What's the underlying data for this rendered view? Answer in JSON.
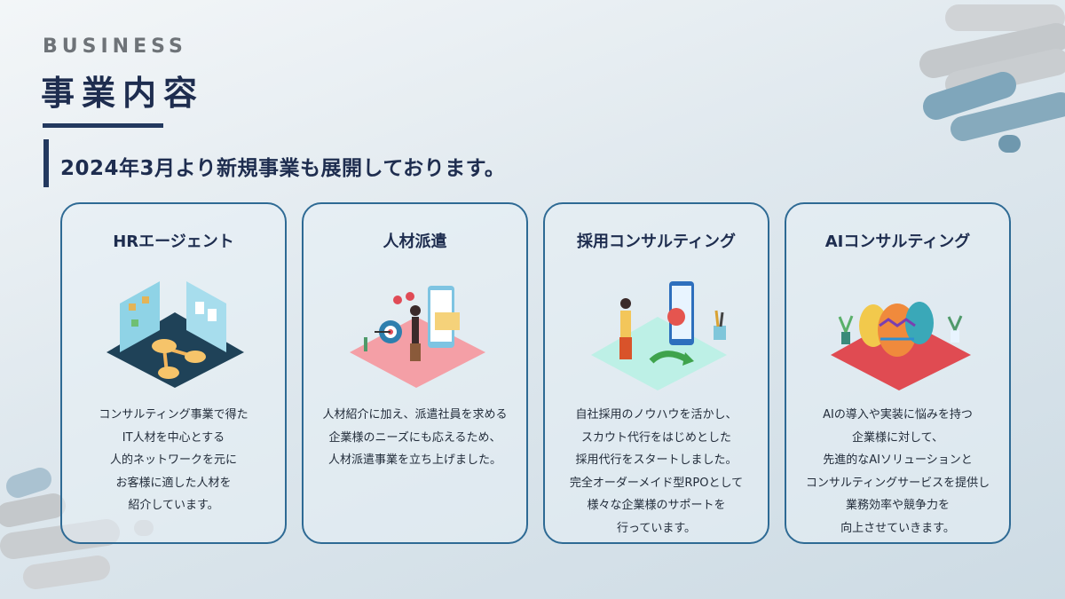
{
  "header": {
    "eyebrow": "BUSINESS",
    "title": "事業内容",
    "subtitle": "2024年3月より新規事業も展開しております。"
  },
  "cards": [
    {
      "title": "HRエージェント",
      "icon": "hr-agent-illustration",
      "description": "コンサルティング事業で得た\nIT人材を中心とする\n人的ネットワークを元に\nお客様に適した人材を\n紹介しています。"
    },
    {
      "title": "人材派遣",
      "icon": "staffing-illustration",
      "description": "人材紹介に加え、派遣社員を求める\n企業様のニーズにも応えるため、\n人材派遣事業を立ち上げました。"
    },
    {
      "title": "採用コンサルティング",
      "icon": "recruiting-consulting-illustration",
      "description": "自社採用のノウハウを活かし、\nスカウト代行をはじめとした\n採用代行をスタートしました。\n完全オーダーメイド型RPOとして\n様々な企業様のサポートを\n行っています。"
    },
    {
      "title": "AIコンサルティング",
      "icon": "ai-consulting-illustration",
      "description": "AIの導入や実装に悩みを持つ\n企業様に対して、\n先進的なAIソリューションと\nコンサルティングサービスを提供し\n業務効率や競争力を\n向上させていきます。"
    }
  ],
  "colors": {
    "navy": "#1e2d4f",
    "card_border": "#2e6a94",
    "deco_gray": "#c9cdd0",
    "deco_blue": "#8fb0c2"
  }
}
